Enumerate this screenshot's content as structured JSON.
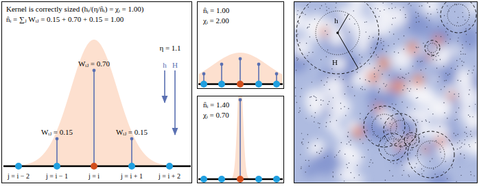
{
  "diagram": {
    "nodes": [
      {
        "text": [
          "Kernel is correctly sized (hᵢ/(η/n̂ᵢ) = χᵢ = 1.00)",
          "n̂ᵢ = ∑ⱼ Wᵢⱼ = 0.15 + 0.70 + 0.15 = 1.00"
        ]
      },
      {
        "text": [
          "n̂ᵢ = 1.00",
          "χᵢ = 2.00"
        ]
      },
      {
        "text": [
          "n̂ᵢ = 1.40",
          "χᵢ = 0.70"
        ]
      }
    ],
    "labels": [
      "Wᵢⱼ = 0.70",
      "Wᵢⱼ = 0.15",
      "Wᵢⱼ = 0.15",
      "η = 1.1",
      "h",
      "H",
      "j = i − 2",
      "j = i − 1",
      "j = i",
      "j = i + 1",
      "j = i + 2",
      "h",
      "H"
    ]
  }
}
